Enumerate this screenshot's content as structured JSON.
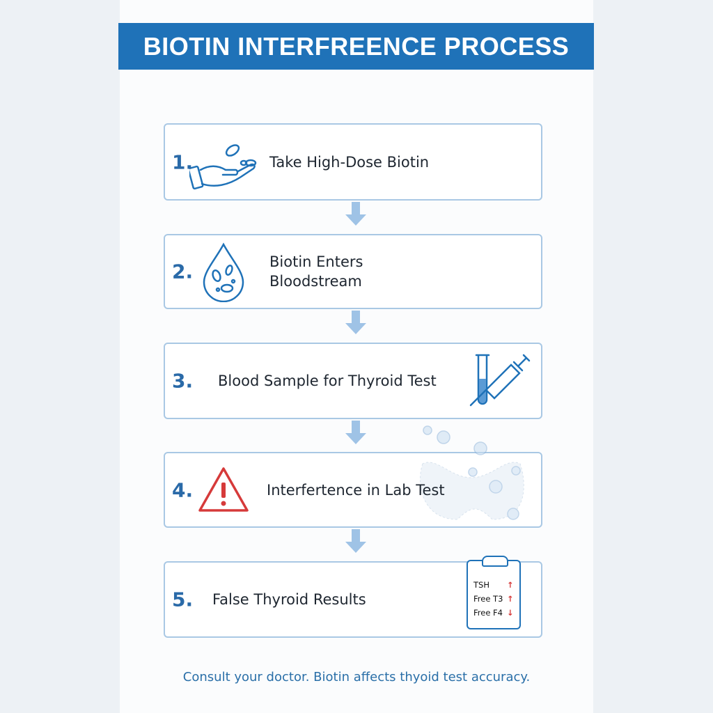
{
  "title": "BIOTIN INTERFREENCE PROCESS",
  "steps": [
    {
      "number": "1.",
      "label": "Take High-Dose Biotin",
      "icon": "hand-pills-icon"
    },
    {
      "number": "2.",
      "label": "Biotin Enters Bloodstream",
      "icon": "blood-drop-icon"
    },
    {
      "number": "3.",
      "label": "Blood Sample for Thyroid Test",
      "icon": "test-tube-syringe-icon"
    },
    {
      "number": "4.",
      "label": "Interfertence in Lab Test",
      "icon": "warning-icon"
    },
    {
      "number": "5.",
      "label": "False Thyroid Results",
      "icon": "clipboard-icon"
    }
  ],
  "results": [
    {
      "name": "TSH",
      "direction": "up"
    },
    {
      "name": "Free T3",
      "direction": "up"
    },
    {
      "name": "Free F4",
      "direction": "down"
    }
  ],
  "footer": "Consult your doctor. Biotin affects thyoid test accuracy.",
  "colors": {
    "primary": "#1f72b8",
    "border": "#a9c8e4",
    "warning": "#d63a3a",
    "arrow": "#9fc3e6"
  }
}
